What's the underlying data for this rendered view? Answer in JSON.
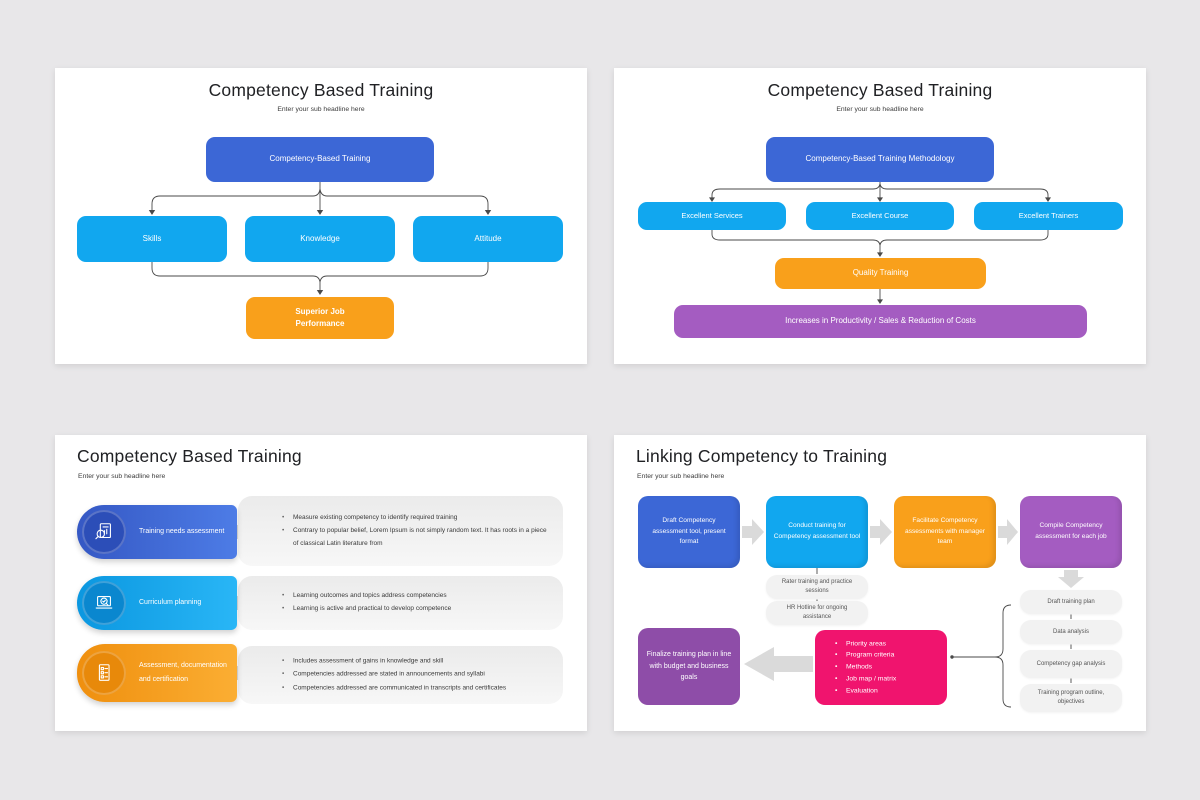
{
  "colors": {
    "page_background": "#e8e7e9",
    "slide_background": "#ffffff",
    "blue": "#3c67d6",
    "cyan": "#11a7ef",
    "orange": "#f9a01b",
    "purple": "#a45cc1",
    "deep_purple": "#8e4da8",
    "pink": "#f0146e",
    "gray_box": "#f2f2f2",
    "connector": "#4a4a4a",
    "gray_arrow": "#dadada"
  },
  "slide1": {
    "title": "Competency Based Training",
    "subtitle": "Enter your sub headline here",
    "root": "Competency-Based Training",
    "branches": [
      "Skills",
      "Knowledge",
      "Attitude"
    ],
    "outcome": "Superior Job Performance"
  },
  "slide2": {
    "title": "Competency Based Training",
    "subtitle": "Enter your sub headline here",
    "root": "Competency-Based Training Methodology",
    "branches": [
      "Excellent Services",
      "Excellent Course",
      "Excellent Trainers"
    ],
    "mid": "Quality Training",
    "outcome": "Increases in Productivity / Sales & Reduction of Costs"
  },
  "slide3": {
    "title": "Competency Based Training",
    "subtitle": "Enter your sub headline here",
    "rows": [
      {
        "label": "Training needs assessment",
        "icon": "magnifier-analysis-icon",
        "bullets": [
          "Measure existing competency to identify required training",
          "Contrary to popular belief, Lorem Ipsum is not simply random text. It has roots in a piece of classical Latin literature from"
        ]
      },
      {
        "label": "Curriculum planning",
        "icon": "laptop-search-icon",
        "bullets": [
          "Learning outcomes and topics address competencies",
          "Learning is active and practical to develop competence"
        ]
      },
      {
        "label": "Assessment, documentation and certification",
        "icon": "checklist-icon",
        "bullets": [
          "Includes assessment of gains in knowledge and skill",
          "Competencies addressed are stated in announcements and syllabi",
          "Competencies addressed are communicated in transcripts and certificates"
        ]
      }
    ]
  },
  "slide4": {
    "title": "Linking Competency to Training",
    "subtitle": "Enter your sub headline here",
    "steps": [
      "Draft Competency assessment tool, present format",
      "Conduct training for Competency assessment tool",
      "Facilitate Competency assessments with manager team",
      "Compile Competency assessment for each job"
    ],
    "supports": [
      "Rater training and practice sessions",
      "HR Hotline for ongoing assistance"
    ],
    "outputs": [
      "Draft training plan",
      "Data analysis",
      "Competency gap analysis",
      "Training program outline, objectives"
    ],
    "criteria": [
      "Priority areas",
      "Program criteria",
      "Methods",
      "Job map / matrix",
      "Evaluation"
    ],
    "finalize": "Finalize training plan in line with budget and business goals"
  }
}
